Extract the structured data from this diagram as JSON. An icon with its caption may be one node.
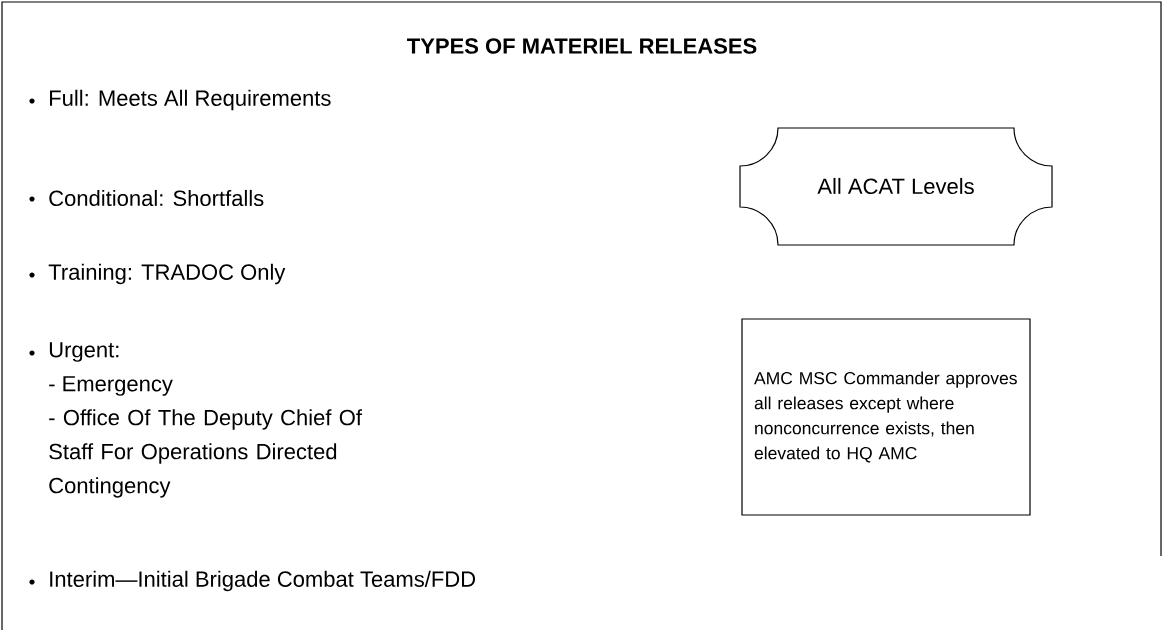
{
  "diagram": {
    "title": "TYPES OF MATERIEL RELEASES",
    "nodes": [
      {
        "text": [
          "All ACAT Levels"
        ]
      },
      {
        "text": [
          "AMC MSC Commander approves all releases except where nonconcurrence exists, then elevated to HQ AMC"
        ]
      }
    ],
    "labels": [
      "Full: Meets All Requirements",
      "Conditional: Shortfalls",
      "Training: TRADOC Only",
      "Urgent:",
      "- Emergency",
      "- Office Of The Deputy Chief Of Staff For Operations Directed Contingency",
      "Interim—Initial Brigade Combat Teams/FDD"
    ]
  }
}
